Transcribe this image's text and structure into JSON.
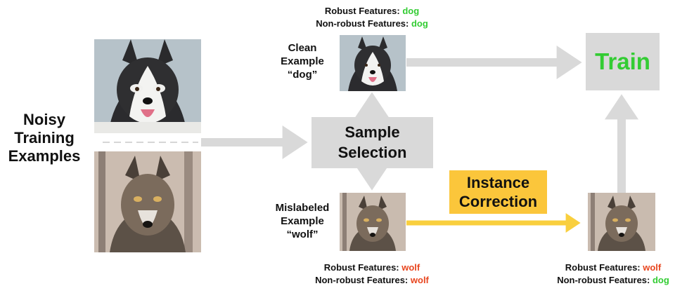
{
  "noisy_label": [
    "Noisy",
    "Training",
    "Examples"
  ],
  "clean": {
    "label": [
      "Clean",
      "Example",
      "“dog”"
    ],
    "robust_prefix": "Robust Features: ",
    "robust_value": "dog",
    "nonrobust_prefix": "Non-robust Features: ",
    "nonrobust_value": "dog"
  },
  "mislabeled": {
    "label": [
      "Mislabeled",
      "Example",
      "“wolf”"
    ],
    "robust_prefix": "Robust Features: ",
    "robust_value": "wolf",
    "nonrobust_prefix": "Non-robust Features: ",
    "nonrobust_value": "wolf"
  },
  "corrected": {
    "robust_prefix": "Robust Features: ",
    "robust_value": "wolf",
    "nonrobust_prefix": "Non-robust Features: ",
    "nonrobust_value": "dog"
  },
  "sample_selection": [
    "Sample",
    "Selection"
  ],
  "instance_correction": [
    "Instance",
    "Correction"
  ],
  "train": "Train",
  "colors": {
    "green": "#33cc33",
    "red": "#e8461f",
    "gray_box": "#d9d9d9",
    "arrow_gray": "#d9d9d9",
    "arrow_yellow": "#f9cf3e",
    "correction_box": "#fbc63b"
  }
}
